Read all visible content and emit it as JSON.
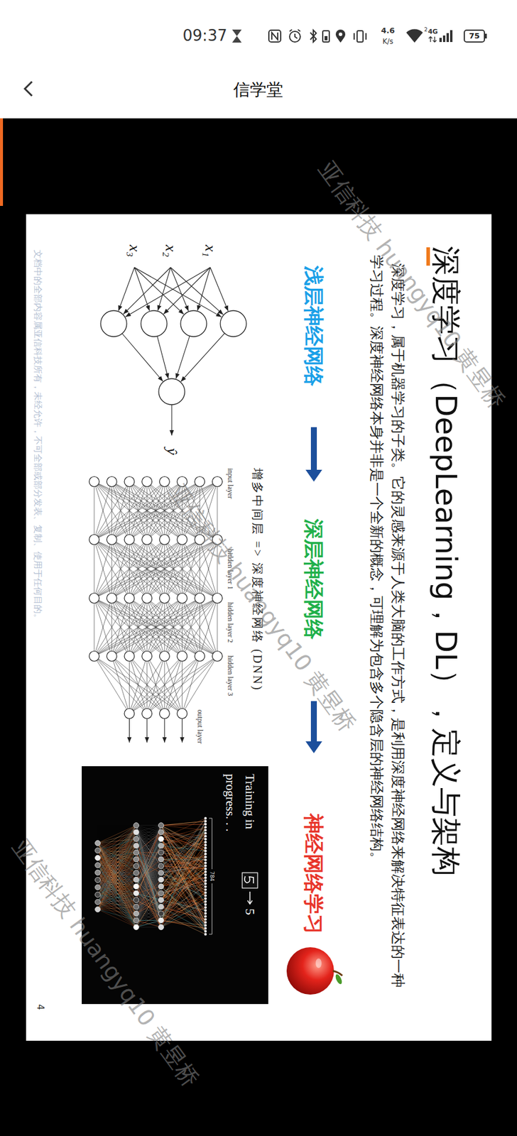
{
  "diagram": {
    "title": "深度学习（DeepLearning，DL），定义与架构",
    "nodes": [
      {
        "text": [
          "Training in progress. . .",
          "5",
          "784"
        ]
      }
    ],
    "labels": [
      "09:37",
      "4.6",
      "K/s",
      "2",
      "4G",
      "75",
      "信学堂",
      "深度学习，属于机器学习的子类。它的灵感来源于人类大脑的工作方式，是利用深度神经网络来解决特征表达的一种学习过程。深度神经网络本身并非是一个全新的概念，可理解为包含多个隐含层的神经网络结构。",
      "浅层神经网络",
      "深层神经网络",
      "神经网络学习",
      "x₁",
      "x₂",
      "x₃",
      "ŷ",
      "增多中间层 => 深度神经网络 (DNN)",
      "input layer",
      "hidden layer 1",
      "hidden layer 2",
      "hidden layer 3",
      "output layer",
      "4",
      "文档中的全部内容属亚信科技所有，未经允许，不可全部或部分发表、复制、使用于任何目的。",
      "亚信科技 huangyq10 黄昱桥",
      "亚信科技 huangyq10 黄昱桥",
      "亚信科技 huangyq10 黄昱桥"
    ]
  }
}
